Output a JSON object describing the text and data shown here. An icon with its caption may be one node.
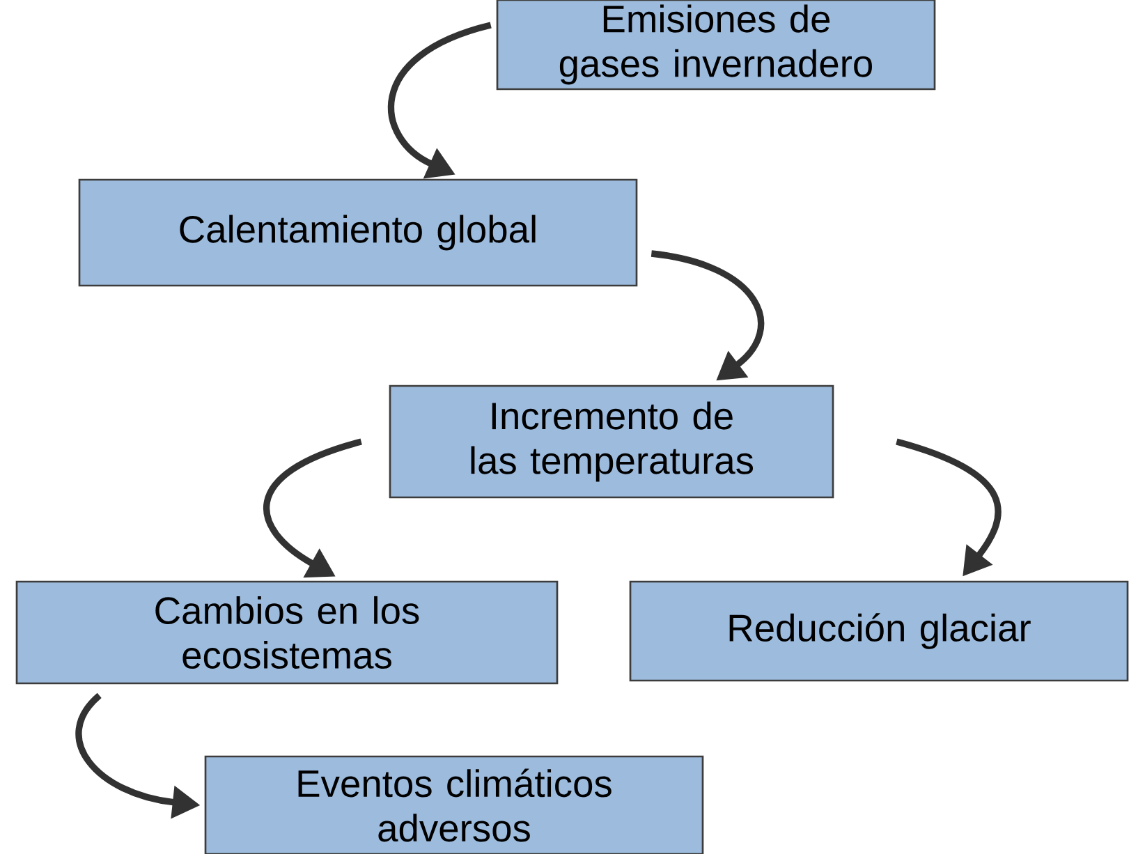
{
  "diagram": {
    "nodes": [
      {
        "text": [
          "Emisiones de gases invernadero"
        ]
      },
      {
        "text": [
          "Calentamiento global"
        ]
      },
      {
        "text": [
          "Incremento de las temperaturas"
        ]
      },
      {
        "text": [
          "Cambios en los ecosistemas"
        ]
      },
      {
        "text": [
          "Reducción glaciar"
        ]
      },
      {
        "text": [
          "Eventos climáticos adversos"
        ]
      }
    ],
    "edges": [
      {
        "from": 0,
        "to": 1,
        "arrow": "to"
      },
      {
        "from": 1,
        "to": 2,
        "arrow": "to"
      },
      {
        "from": 2,
        "to": 3,
        "arrow": "to"
      },
      {
        "from": 2,
        "to": 4,
        "arrow": "to"
      },
      {
        "from": 3,
        "to": 5,
        "arrow": "to"
      }
    ]
  }
}
